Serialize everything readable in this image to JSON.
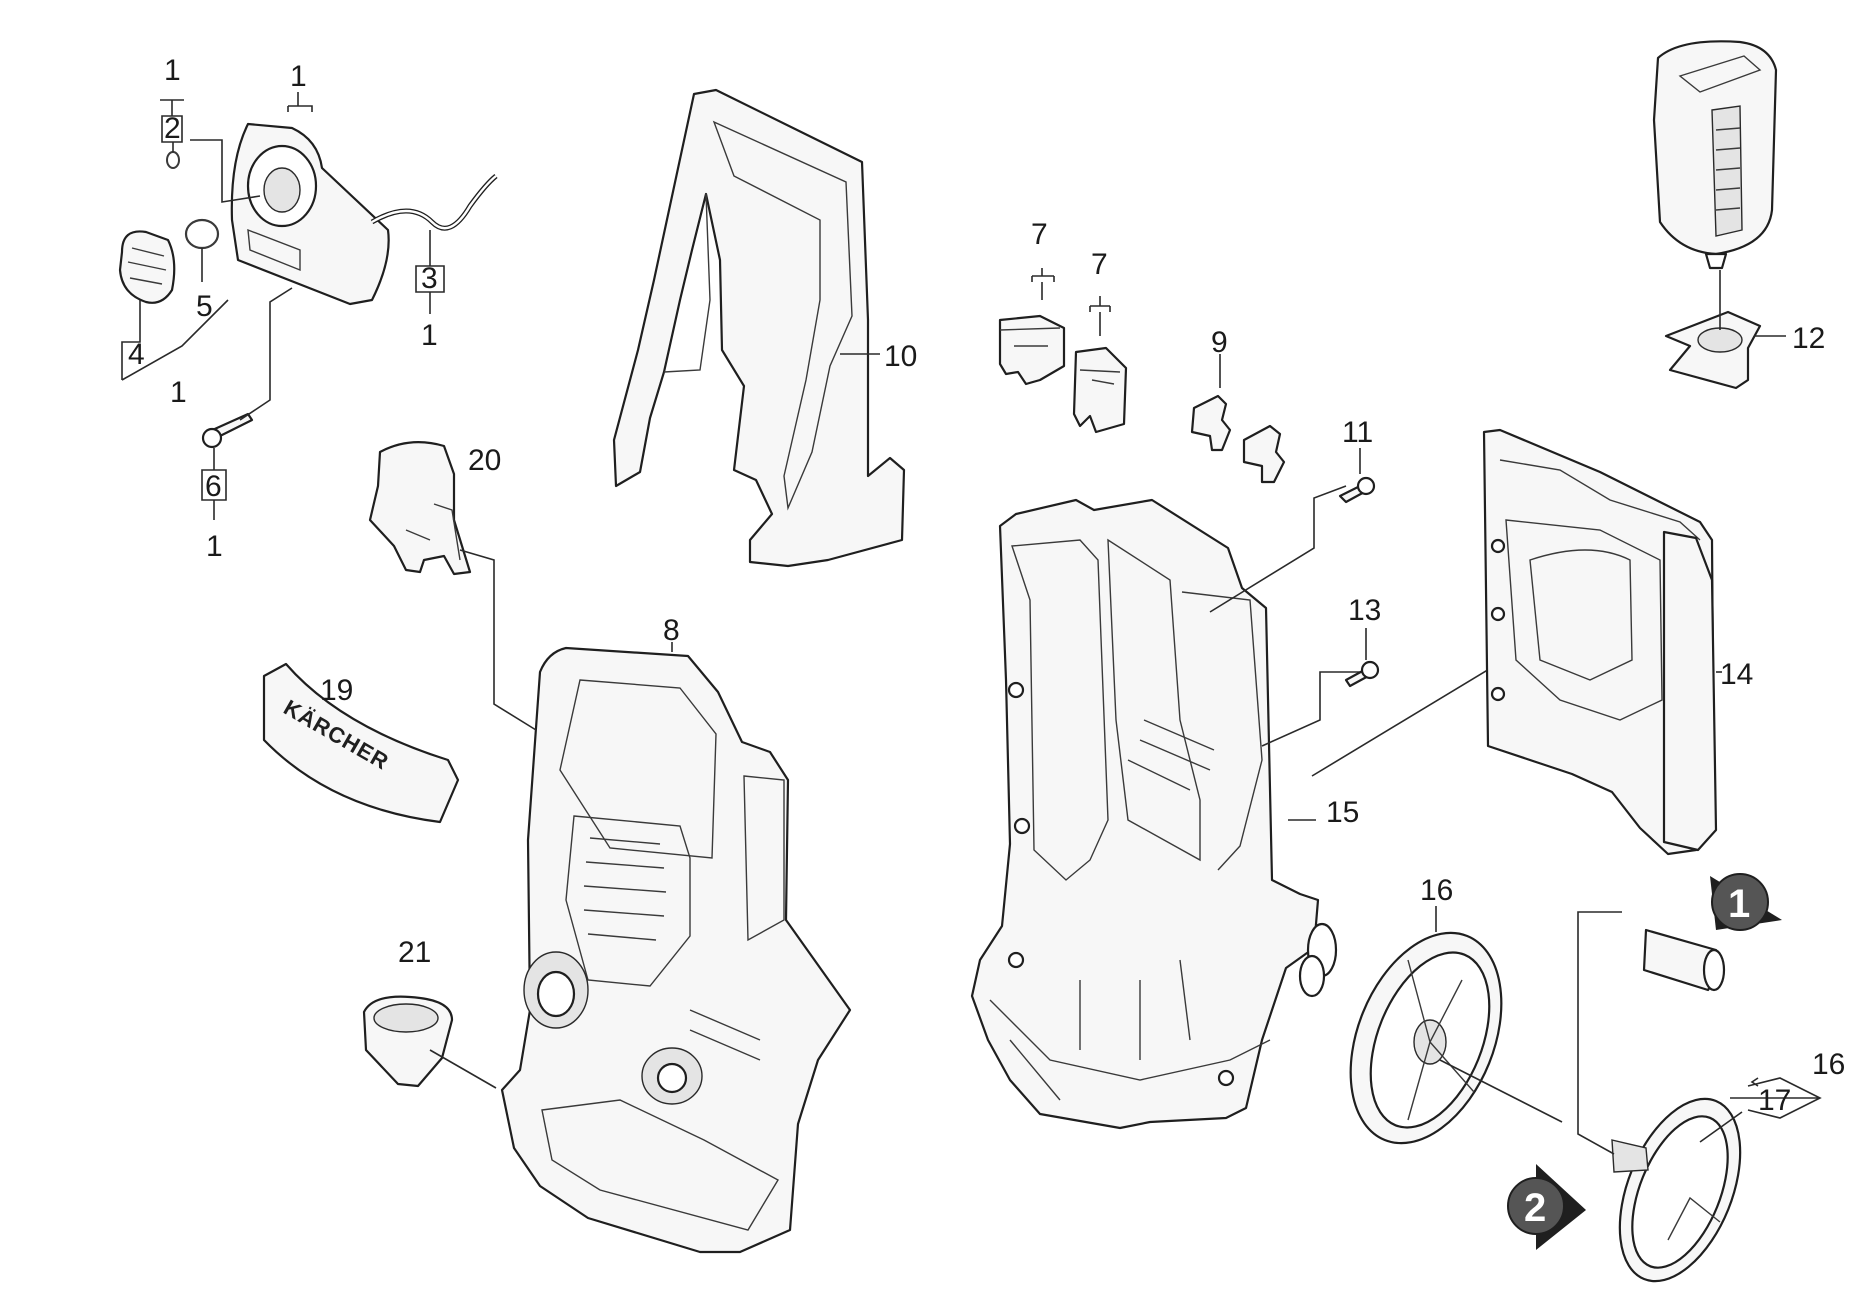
{
  "callouts": {
    "c1a": "1",
    "c2": "2",
    "c1b": "1",
    "c3": "3",
    "c1c": "1",
    "c4": "4",
    "c5": "5",
    "c1d": "1",
    "c6": "6",
    "c1e": "1",
    "c20": "20",
    "c19": "19",
    "c21": "21",
    "c8": "8",
    "c10": "10",
    "c7a": "7",
    "c7b": "7",
    "c9": "9",
    "c11": "11",
    "c13": "13",
    "c15": "15",
    "c16a": "16",
    "c12": "12",
    "c14": "14",
    "c16b": "16",
    "c17": "17"
  },
  "markers": {
    "m1": "1",
    "m2": "2"
  },
  "logo_text": "KÄRCHER",
  "colors": {
    "ink": "#1f1f1f",
    "marker": "#555555",
    "paper": "#ffffff"
  }
}
